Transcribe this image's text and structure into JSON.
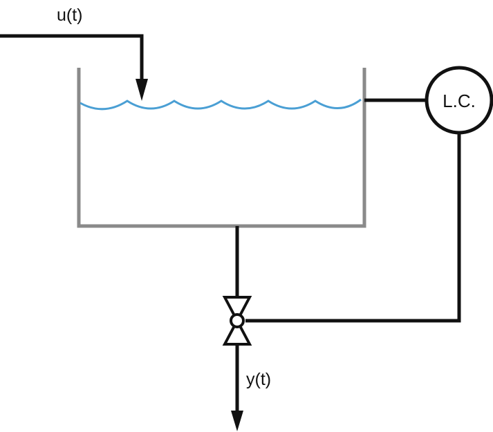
{
  "labels": {
    "input": "u(t)",
    "output": "y(t)",
    "controller": "L.C."
  },
  "colors": {
    "line": "#111111",
    "tank": "#8a8a8a",
    "water": "#4a9fd4"
  },
  "icons": {
    "valve": "bowtie-valve-icon",
    "inflow_arrow": "arrow-down-icon",
    "outflow_arrow": "arrow-down-icon"
  }
}
